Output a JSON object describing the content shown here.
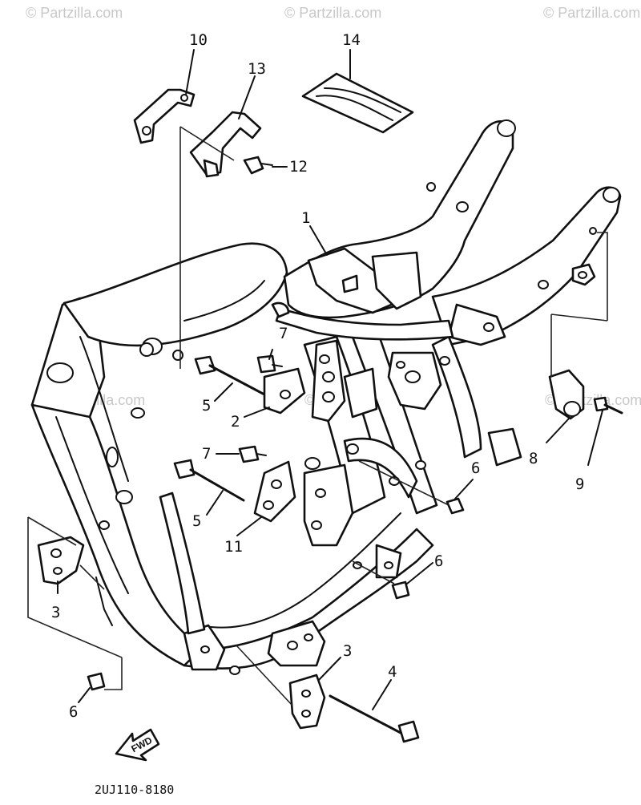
{
  "watermark": {
    "text": "© Partzilla.com"
  },
  "callouts": [
    {
      "id": "c1",
      "label": "1"
    },
    {
      "id": "c2",
      "label": "2"
    },
    {
      "id": "c3a",
      "label": "3"
    },
    {
      "id": "c3b",
      "label": "3"
    },
    {
      "id": "c4",
      "label": "4"
    },
    {
      "id": "c5a",
      "label": "5"
    },
    {
      "id": "c5b",
      "label": "5"
    },
    {
      "id": "c6a",
      "label": "6"
    },
    {
      "id": "c6b",
      "label": "6"
    },
    {
      "id": "c6c",
      "label": "6"
    },
    {
      "id": "c7a",
      "label": "7"
    },
    {
      "id": "c7b",
      "label": "7"
    },
    {
      "id": "c8",
      "label": "8"
    },
    {
      "id": "c9",
      "label": "9"
    },
    {
      "id": "c10",
      "label": "10"
    },
    {
      "id": "c11",
      "label": "11"
    },
    {
      "id": "c12",
      "label": "12"
    },
    {
      "id": "c13",
      "label": "13"
    },
    {
      "id": "c14",
      "label": "14"
    }
  ],
  "direction_arrow": {
    "label": "FWD"
  },
  "diagram_code": "2UJ110-8180"
}
